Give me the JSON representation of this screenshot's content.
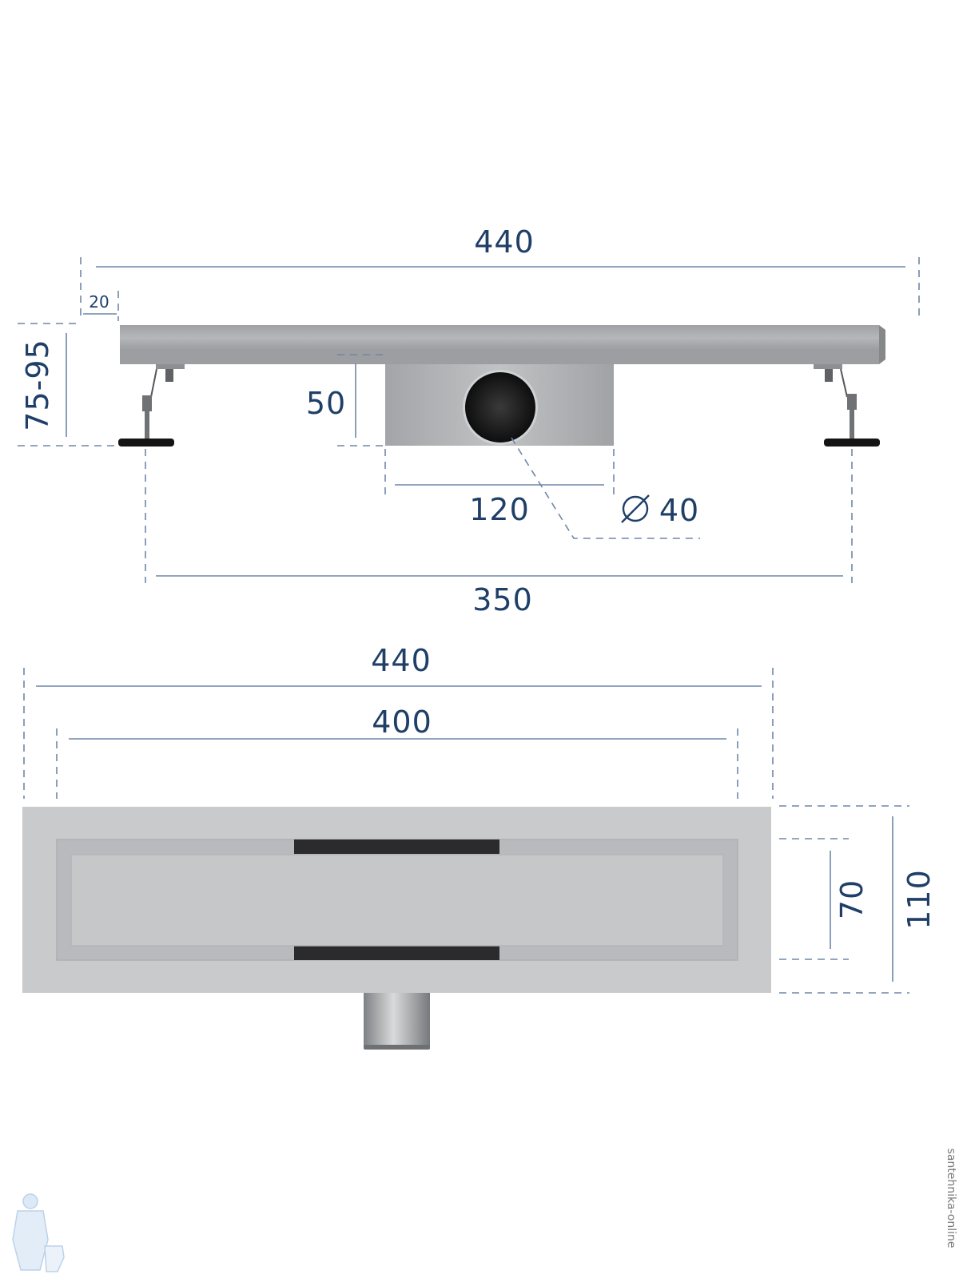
{
  "side_view": {
    "total_length": "440",
    "edge_offset": "20",
    "height_range": "75-95",
    "body_depth": "50",
    "box_width": "120",
    "outlet_diameter": "40",
    "feet_span": "350"
  },
  "top_view": {
    "total_length": "440",
    "grate_length": "400",
    "grate_width": "70",
    "total_width": "110"
  },
  "colors": {
    "dimension_text": "#1f3f68",
    "dimension_line": "#6f86a8",
    "steel": "#a9abae",
    "plate": "#c9cacc"
  },
  "icons": {
    "diameter": "diameter-icon",
    "logo": "plumber-mascot-icon"
  },
  "watermark": "santehnika-online"
}
